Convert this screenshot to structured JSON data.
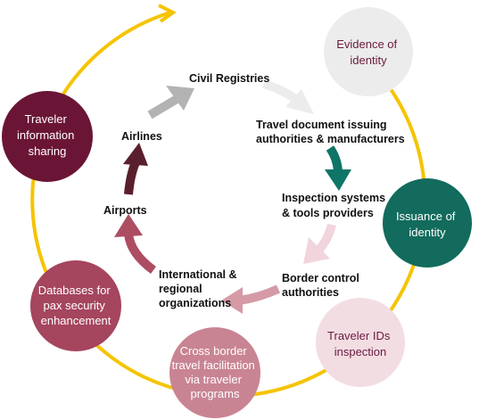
{
  "outer_nodes": [
    {
      "id": "evidence",
      "lines": [
        "Evidence of",
        "identity"
      ],
      "fill": "#ececec",
      "text_color": "#6b1a3c"
    },
    {
      "id": "issuance",
      "lines": [
        "Issuance of",
        "identity"
      ],
      "fill": "#126b5c",
      "text_color": "#ffffff"
    },
    {
      "id": "traveler-ids",
      "lines": [
        "Traveler IDs",
        "inspection"
      ],
      "fill": "#f2dde3",
      "text_color": "#6b1a3c"
    },
    {
      "id": "cross-border",
      "lines": [
        "Cross border",
        "travel facilitation",
        "via traveler",
        "programs"
      ],
      "fill": "#c98493",
      "text_color": "#ffffff"
    },
    {
      "id": "databases",
      "lines": [
        "Databases for",
        "pax security",
        "enhancement"
      ],
      "fill": "#a5455e",
      "text_color": "#ffffff"
    },
    {
      "id": "info-sharing",
      "lines": [
        "Traveler",
        "information",
        "sharing"
      ],
      "fill": "#6b1536",
      "text_color": "#ffffff"
    }
  ],
  "stakeholders": [
    {
      "id": "civil-registries",
      "lines": [
        "Civil Registries"
      ]
    },
    {
      "id": "travel-doc",
      "lines": [
        "Travel document issuing",
        "authorities & manufacturers"
      ]
    },
    {
      "id": "inspection-systems",
      "lines": [
        "Inspection systems",
        "& tools providers"
      ]
    },
    {
      "id": "border-control",
      "lines": [
        "Border control",
        "authorities"
      ]
    },
    {
      "id": "intl-orgs",
      "lines": [
        "International &",
        "regional",
        "organizations"
      ]
    },
    {
      "id": "airports",
      "lines": [
        "Airports"
      ]
    },
    {
      "id": "airlines",
      "lines": [
        "Airlines"
      ]
    }
  ],
  "colors": {
    "ring": "#f5c400",
    "arrow_gray": "#b3b3b3",
    "arrow_lightgray": "#ececec",
    "arrow_teal": "#0f7566",
    "arrow_pink": "#f2d4dc",
    "arrow_mauve": "#d59aa6",
    "arrow_rose": "#ad4d62",
    "arrow_maroon": "#5a1f2c"
  }
}
